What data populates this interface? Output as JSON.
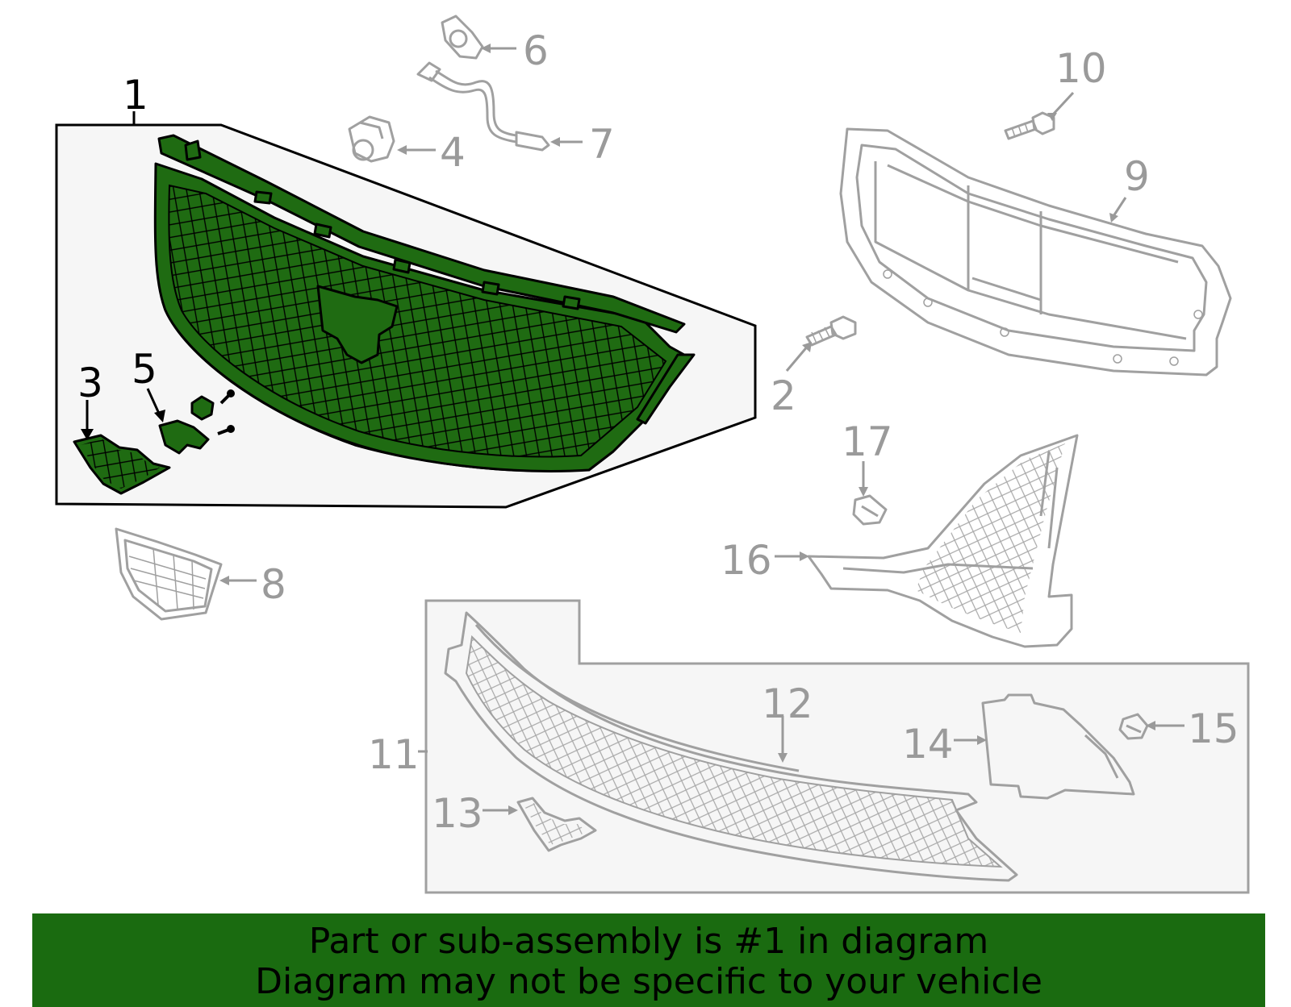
{
  "callouts": {
    "c1": "1",
    "c2": "2",
    "c3": "3",
    "c4": "4",
    "c5": "5",
    "c6": "6",
    "c7": "7",
    "c8": "8",
    "c9": "9",
    "c10": "10",
    "c11": "11",
    "c12": "12",
    "c13": "13",
    "c14": "14",
    "c15": "15",
    "c16": "16",
    "c17": "17"
  },
  "highlighted_part": "1",
  "colors": {
    "highlight": "#1f6b12",
    "banner": "#1a6b10",
    "other_parts": "#a0a0a0"
  },
  "banner": {
    "line1": "Part or sub-assembly is #1 in diagram",
    "line2": "Diagram may not be specific to your vehicle"
  }
}
